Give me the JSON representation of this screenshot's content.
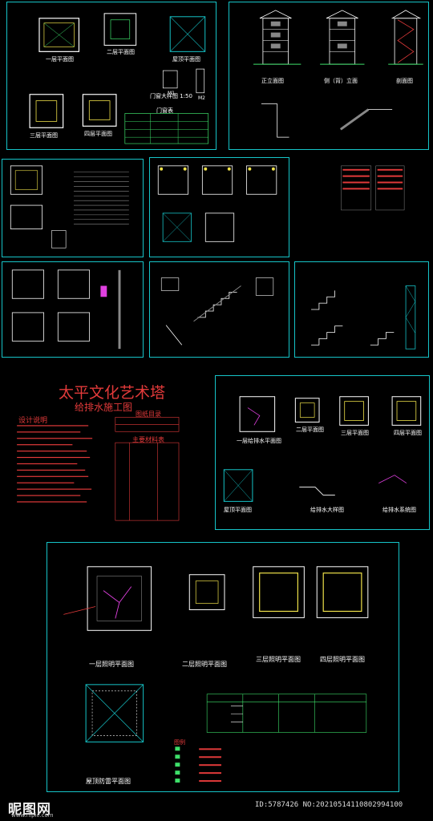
{
  "sheet1": {
    "labels": [
      "一层平面图",
      "二层平面图",
      "屋顶平面图",
      "三层平面图",
      "四层平面图",
      "门窗表",
      "门窗大样图 1:50",
      "M1",
      "M2"
    ]
  },
  "sheet2": {
    "labels": [
      "正立面图",
      "侧（背）立面",
      "剖面图"
    ]
  },
  "plumbing": {
    "title": "太平文化艺术塔",
    "subtitle": "给排水施工图",
    "design_notes": "设计说明",
    "drawing_index": "图纸目录",
    "materials": "主要材料表"
  },
  "plumbing_plans": {
    "labels": [
      "一层给排水平面图",
      "二层平面图",
      "三层平面图",
      "四层平面图",
      "屋顶平面图",
      "给排水大样图",
      "给排水系统图"
    ]
  },
  "lighting": {
    "labels": [
      "一层照明平面图",
      "二层照明平面图",
      "三层照明平面图",
      "四层照明平面图",
      "屋顶防雷平面图",
      "图例"
    ]
  },
  "footer": {
    "logo": "昵图网",
    "logo_sub": "www.nipic.com",
    "id_text": "ID:5787426 NO:20210514110802994100"
  },
  "colors": {
    "frame": "#16c4c8",
    "wall": "#ffffff",
    "accent_yellow": "#f0e24a",
    "accent_green": "#3ee06a",
    "accent_red": "#e23a3a",
    "accent_magenta": "#e040e0"
  }
}
